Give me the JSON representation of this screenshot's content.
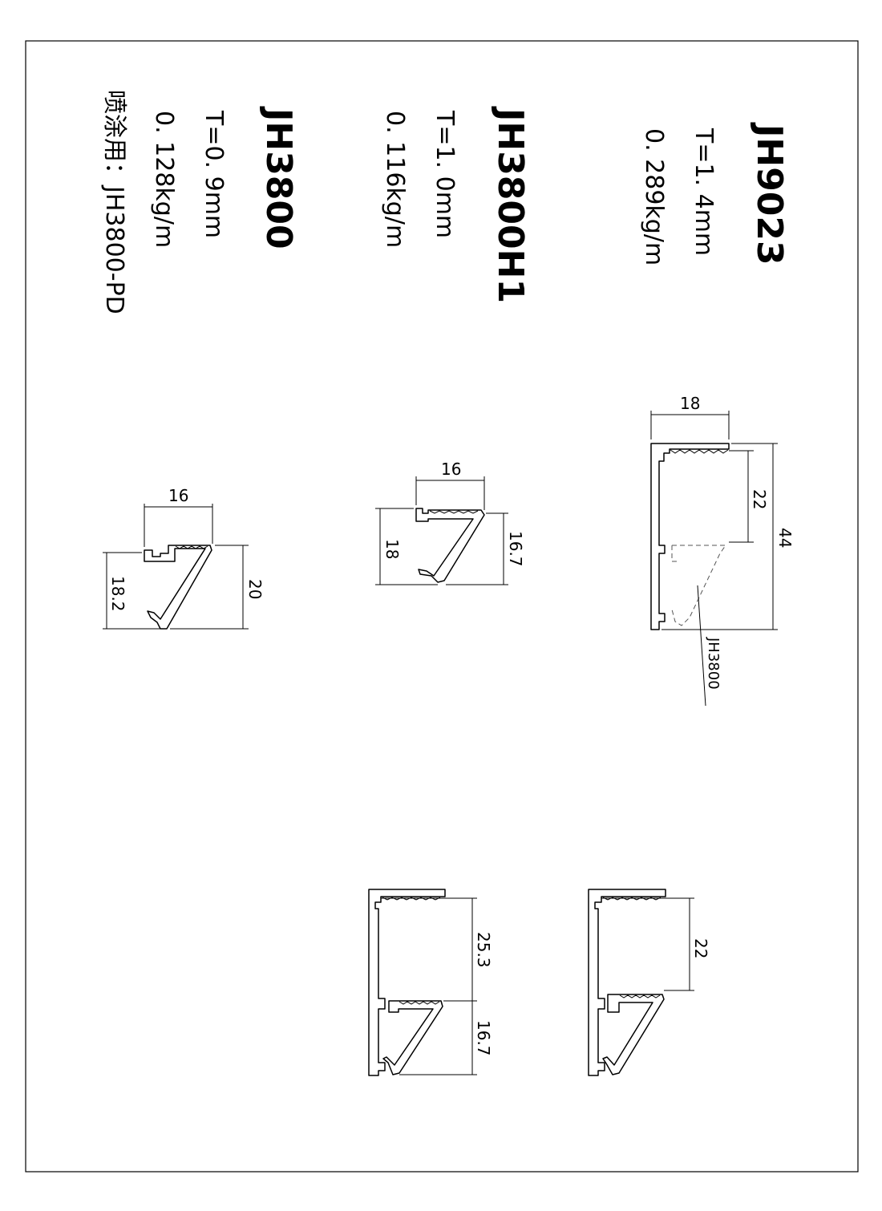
{
  "blocks": [
    {
      "code": "JH9023",
      "thickness": "T=1. 4mm",
      "weight": "0. 289kg/m"
    },
    {
      "code": "JH3800H1",
      "thickness": "T=1. 0mm",
      "weight": "0. 116kg/m"
    },
    {
      "code": "JH3800",
      "thickness": "T=0. 9mm",
      "weight": "0. 128kg/m",
      "note": "喷涂用：JH3800-PD"
    }
  ],
  "dims": {
    "jh9023": {
      "width": "18",
      "height_upper": "22",
      "height_total": "44",
      "leader": "JH3800"
    },
    "jh3800h1": {
      "width": "16",
      "height_left": "18",
      "height_right": "16.7"
    },
    "jh3800": {
      "width": "16",
      "height_left": "18.2",
      "height_right": "20"
    },
    "assembly_a": {
      "upper": "25.3",
      "lower": "16.7"
    },
    "assembly_b": {
      "upper": "22"
    }
  }
}
